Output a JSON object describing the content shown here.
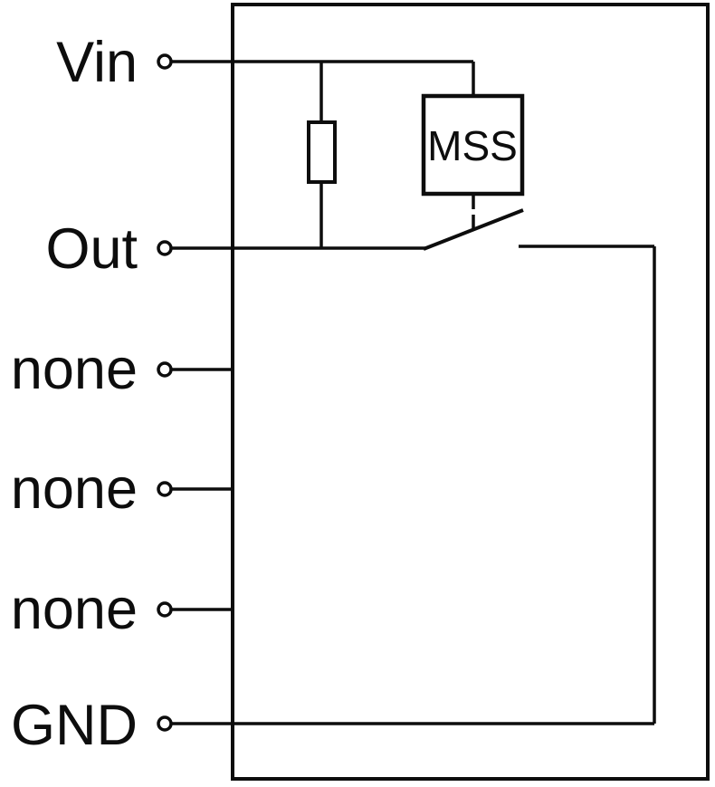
{
  "diagram": {
    "type": "circuit-schematic",
    "colors": {
      "line": "#0d0d0d",
      "background": "#ffffff"
    },
    "pins": [
      {
        "id": "vin",
        "label": "Vin"
      },
      {
        "id": "out",
        "label": "Out"
      },
      {
        "id": "nc1",
        "label": "none"
      },
      {
        "id": "nc2",
        "label": "none"
      },
      {
        "id": "nc3",
        "label": "none"
      },
      {
        "id": "gnd",
        "label": "GND"
      }
    ],
    "blocks": {
      "mss": {
        "label": "MSS"
      }
    },
    "symbols": [
      "ic-outline",
      "pull-resistor",
      "mss-control-block",
      "open-switch"
    ]
  }
}
